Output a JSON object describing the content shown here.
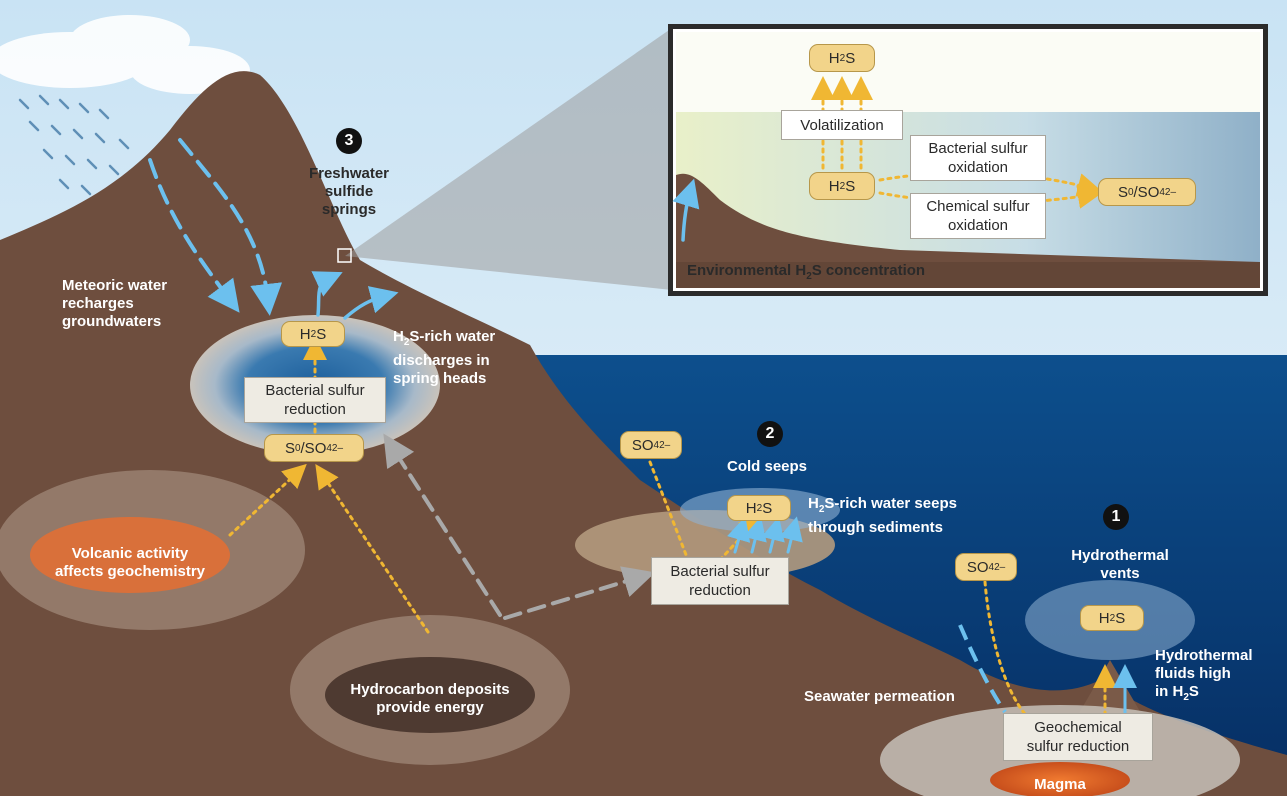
{
  "springs": {
    "number": "3",
    "title": "Freshwater\nsulfide\nsprings",
    "meteoric": "Meteoric water\nrecharges\ngroundwaters",
    "discharge_pre": "H",
    "discharge_sub": "2",
    "discharge_post": "S-rich water\ndischarges in\nspring heads",
    "h2s_pre": "H",
    "h2s_sub": "2",
    "h2s_post": "S",
    "reduction": "Bacterial sulfur\nreduction",
    "sulfate_a": "S",
    "sulfate_a_sub": "0",
    "sulfate_b": "/SO",
    "sulfate_b_sub": "4",
    "sulfate_b_sup": "2–"
  },
  "volcanic": "Volcanic activity\naffects geochemistry",
  "hydrocarbon": "Hydrocarbon deposits\nprovide energy",
  "seeps": {
    "number": "2",
    "title": "Cold seeps",
    "so4": "SO",
    "so4_sub": "4",
    "so4_sup": "2–",
    "h2s_pre": "H",
    "h2s_sub": "2",
    "h2s_post": "S",
    "desc_pre": "H",
    "desc_sub": "2",
    "desc_post": "S-rich water seeps\nthrough sediments",
    "reduction": "Bacterial sulfur\nreduction"
  },
  "vents": {
    "number": "1",
    "title": "Hydrothermal\nvents",
    "so4": "SO",
    "so4_sub": "4",
    "so4_sup": "2–",
    "h2s_pre": "H",
    "h2s_sub": "2",
    "h2s_post": "S",
    "fluids_pre": "Hydrothermal\nfluids high\nin H",
    "fluids_sub": "2",
    "fluids_post": "S",
    "seawater": "Seawater permeation",
    "geochem": "Geochemical\nsulfur reduction",
    "magma": "Magma"
  },
  "inset": {
    "h2s_top_pre": "H",
    "h2s_top_sub": "2",
    "h2s_top_post": "S",
    "volatilization": "Volatilization",
    "h2s_mid_pre": "H",
    "h2s_mid_sub": "2",
    "h2s_mid_post": "S",
    "bacterial": "Bacterial sulfur\noxidation",
    "chemical": "Chemical sulfur\noxidation",
    "product_a": "S",
    "product_a_sub": "0",
    "product_b": "/SO",
    "product_b_sub": "4",
    "product_b_sup": "2–",
    "env_pre": "Environmental H",
    "env_sub": "2",
    "env_post": "S concentration"
  },
  "colors": {
    "rock": "#6e4e3e",
    "ocean": "#0f4f8f",
    "sky": "#d9ecf7",
    "pill": "#f2d48a",
    "arrow_yellow": "#f0b733",
    "arrow_blue": "#6cc0ee",
    "magma": "#e06a2a"
  }
}
